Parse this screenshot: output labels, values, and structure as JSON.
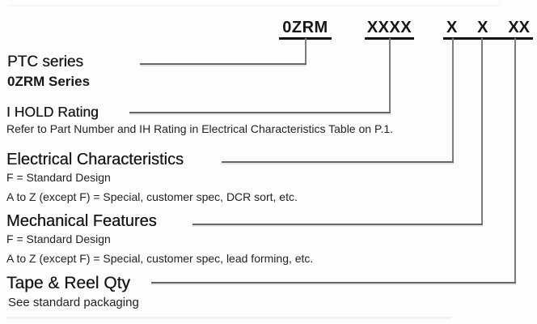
{
  "diagram": {
    "description_label": "Part numbering breakdown diagram"
  },
  "part_number": {
    "segments": [
      {
        "text": "0ZRM"
      },
      {
        "text": "XXXX"
      },
      {
        "parts": [
          "X",
          "X",
          "XX"
        ]
      }
    ]
  },
  "sections": [
    {
      "title": "PTC series",
      "lines": [
        "0ZRM Series"
      ]
    },
    {
      "title": "I HOLD Rating",
      "lines": [
        "Refer to Part Number and IH Rating in Electrical Characteristics Table on P.1."
      ]
    },
    {
      "title": "Electrical Characteristics",
      "lines": [
        "F = Standard Design",
        "A to Z (except F) = Special, customer spec, DCR sort, etc."
      ]
    },
    {
      "title": "Mechanical Features",
      "lines": [
        "F = Standard Design",
        "A to Z (except F) = Special, customer spec, lead forming, etc."
      ]
    },
    {
      "title": "Tape & Reel Qty",
      "lines": [
        "See standard packaging"
      ]
    }
  ],
  "colors": {
    "background": "#fdfdfd",
    "text": "#1b1b1b",
    "underline": "#121212",
    "connector_line": "#6a6a6a"
  }
}
